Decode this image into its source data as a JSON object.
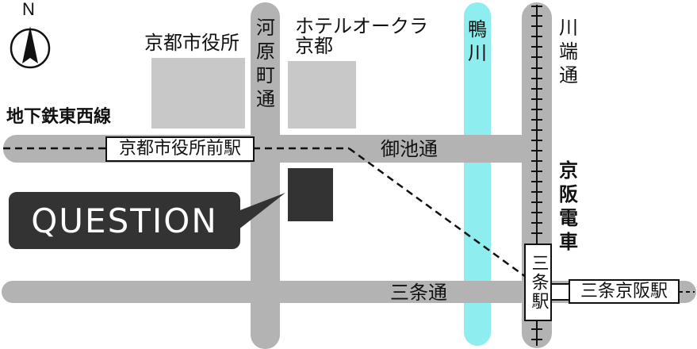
{
  "compass": {
    "label": "N",
    "icon": "north-arrow-icon"
  },
  "landmarks": {
    "city_hall": "京都市役所",
    "hotel_line1": "ホテルオークラ",
    "hotel_line2": "京都"
  },
  "roads": {
    "kawaramachi": "河原町通",
    "oike": "御池通",
    "sanjo": "三条通",
    "kawabata": "川端通"
  },
  "river": {
    "kamogawa": "鴨川"
  },
  "railways": {
    "subway_tozai": "地下鉄東西線",
    "keihan": "京阪電車"
  },
  "stations": {
    "shiyakushomae": "京都市役所前駅",
    "sanjo": "三条駅",
    "sanjo_keihan": "三条京阪駅"
  },
  "destination": {
    "label": "QUESTION"
  },
  "colors": {
    "road": "#b3b3b3",
    "river": "#8eedee",
    "building": "#c8c8c8",
    "destination": "#333333"
  }
}
